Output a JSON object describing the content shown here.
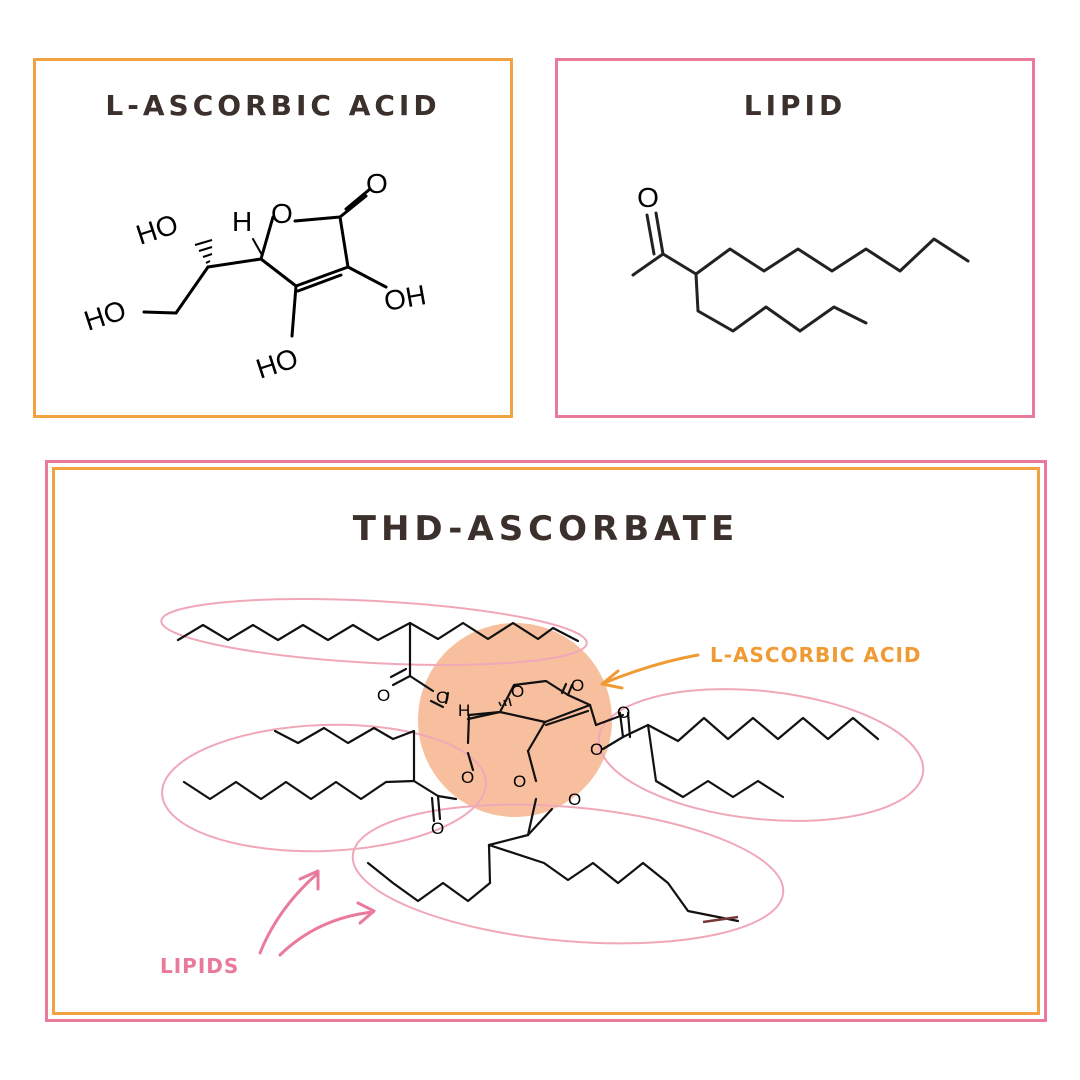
{
  "panels": {
    "ascorbic": {
      "title": "L-ASCORBIC ACID",
      "atoms": {
        "o_ring": "O",
        "o_carbonyl": "O",
        "ho_top": "HO",
        "h_stereo": "H",
        "ho_left": "HO",
        "oh_right": "OH",
        "ho_bottom": "HO"
      }
    },
    "lipid": {
      "title": "LIPID",
      "atoms": {
        "o_carbonyl": "O"
      }
    },
    "thd": {
      "title": "THD-ASCORBATE",
      "atoms": {
        "o1": "O",
        "o2": "O",
        "o3": "O",
        "o4": "O",
        "o5": "O",
        "o6": "O",
        "o7": "O",
        "o8": "O",
        "o9": "O",
        "o10": "O",
        "h": "H"
      },
      "annotations": {
        "ascorbic_label": "L-ASCORBIC ACID",
        "lipids_label": "LIPIDS"
      }
    }
  },
  "colors": {
    "orange": "#f2a341",
    "pink": "#ea7a9a",
    "highlight": "#f7b48e",
    "text": "#3b302b"
  }
}
